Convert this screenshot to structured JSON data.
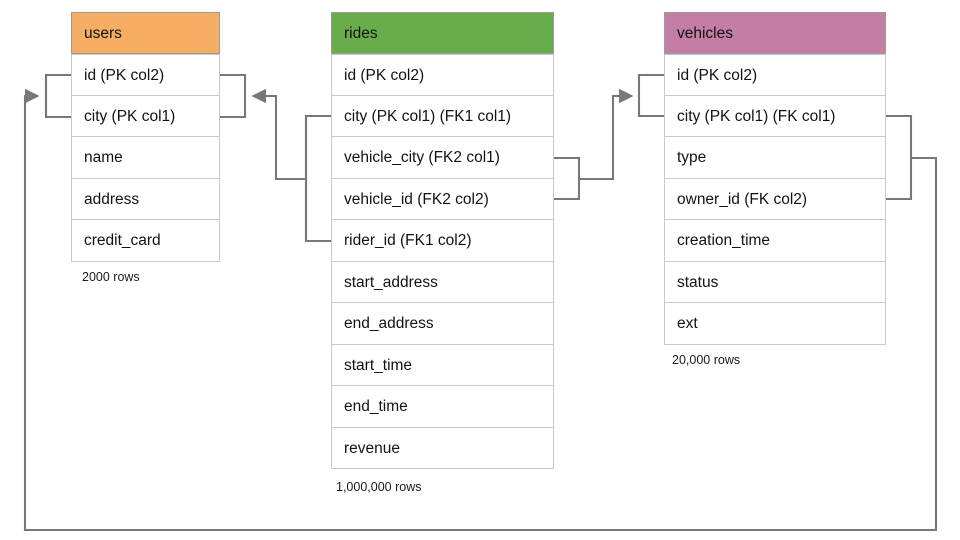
{
  "diagram": {
    "title": "database-schema-er-diagram",
    "background": "#ffffff",
    "wire_color": "#787878",
    "tables": [
      {
        "name": "users",
        "header_color": "#f5ae62",
        "row_count_label": "2000 rows",
        "columns": [
          "id (PK col2)",
          "city (PK col1)",
          "name",
          "address",
          "credit_card"
        ]
      },
      {
        "name": "rides",
        "header_color": "#68ac4b",
        "row_count_label": "1,000,000 rows",
        "columns": [
          "id (PK col2)",
          "city (PK col1) (FK1 col1)",
          "vehicle_city (FK2 col1)",
          "vehicle_id (FK2 col2)",
          "rider_id (FK1 col2)",
          "start_address",
          "end_address",
          "start_time",
          "end_time",
          "revenue"
        ]
      },
      {
        "name": "vehicles",
        "header_color": "#c47da4",
        "row_count_label": "20,000 rows",
        "columns": [
          "id (PK col2)",
          "city (PK col1) (FK col1)",
          "type",
          "owner_id (FK col2)",
          "creation_time",
          "status",
          "ext"
        ]
      }
    ],
    "relationships": [
      {
        "name": "rides-rider-to-users",
        "from_table": "rides",
        "from_columns": [
          "city (PK col1) (FK1 col1)",
          "rider_id (FK1 col2)"
        ],
        "to_table": "users",
        "to_columns": [
          "id (PK col2)",
          "city (PK col1)"
        ],
        "arrow_direction": "left"
      },
      {
        "name": "rides-vehicle-to-vehicles",
        "from_table": "rides",
        "from_columns": [
          "vehicle_city (FK2 col1)",
          "vehicle_id (FK2 col2)"
        ],
        "to_table": "vehicles",
        "to_columns": [
          "id (PK col2)",
          "city (PK col1) (FK col1)"
        ],
        "arrow_direction": "right"
      },
      {
        "name": "vehicles-owner-to-users",
        "from_table": "vehicles",
        "from_columns": [
          "city (PK col1) (FK col1)",
          "owner_id (FK col2)"
        ],
        "to_table": "users",
        "to_columns": [
          "id (PK col2)",
          "city (PK col1)"
        ],
        "arrow_direction": "right"
      }
    ]
  }
}
